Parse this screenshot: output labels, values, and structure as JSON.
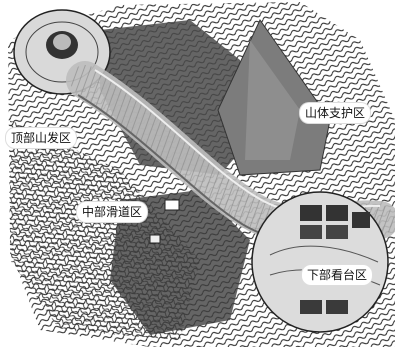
{
  "zones": {
    "summit_start": "顶部山发区",
    "slope_support": "山体支护区",
    "middle_track": "中部滑道区",
    "lower_stands": "下部看台区"
  },
  "colors": {
    "terrain": "#5a5a5a",
    "contour": "#222222",
    "track": "#c9c9c9",
    "slope": "#8a8a8a"
  }
}
